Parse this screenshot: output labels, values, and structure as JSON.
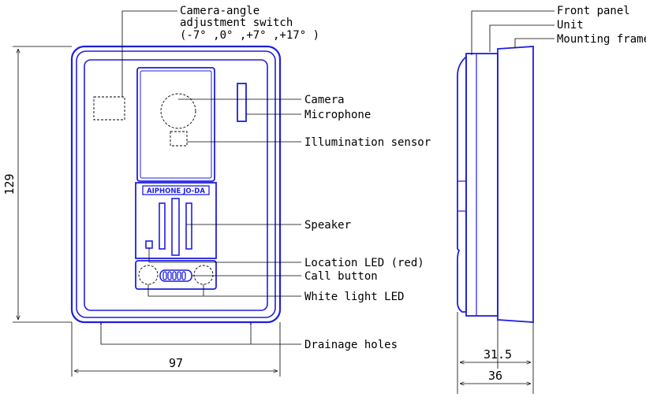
{
  "colors": {
    "outline": "#1f1fe0",
    "leader": "#000000",
    "background": "#ffffff"
  },
  "front_view": {
    "brand_badge": "AIPHONE JO-DA",
    "labels": {
      "camera_angle_switch_line1": "Camera-angle",
      "camera_angle_switch_line2": "adjustment switch",
      "camera_angle_switch_line3": "(-7° ,0° ,+7° ,+17° )",
      "camera": "Camera",
      "microphone": "Microphone",
      "illumination_sensor": "Illumination sensor",
      "speaker": "Speaker",
      "location_led": "Location LED (red)",
      "call_button": "Call button",
      "white_light_led": "White light LED",
      "drainage_holes": "Drainage holes"
    },
    "dimensions": {
      "height": "129",
      "width": "97"
    }
  },
  "side_view": {
    "labels": {
      "front_panel": "Front panel",
      "unit": "Unit",
      "mounting_frame": "Mounting frame"
    },
    "dimensions": {
      "depth_unit": "31.5",
      "depth_total": "36"
    }
  }
}
